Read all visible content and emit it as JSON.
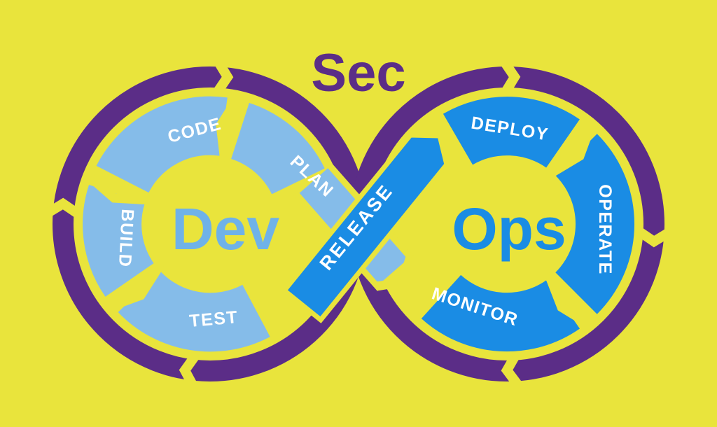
{
  "diagram": {
    "type": "devsecops-infinity-loop",
    "titles": {
      "sec": "Sec",
      "dev": "Dev",
      "ops": "Ops"
    },
    "dev_cycle": {
      "stages": [
        "PLAN",
        "CODE",
        "BUILD",
        "TEST"
      ],
      "labels": {
        "plan": "PLAN",
        "code": "CODE",
        "build": "BUILD",
        "test": "TEST"
      }
    },
    "release": {
      "label": "RELEASE"
    },
    "ops_cycle": {
      "stages": [
        "DEPLOY",
        "OPERATE",
        "MONITOR"
      ],
      "labels": {
        "deploy": "DEPLOY",
        "operate": "OPERATE",
        "monitor": "MONITOR"
      }
    },
    "colors": {
      "background": "#e9e43c",
      "purple": "#5b2d87",
      "light_blue": "#85bce9",
      "dark_blue": "#1a8ce4",
      "dev_text": "#6fb2e8",
      "ops_text": "#1a8ce4",
      "label_text": "#ffffff"
    }
  }
}
